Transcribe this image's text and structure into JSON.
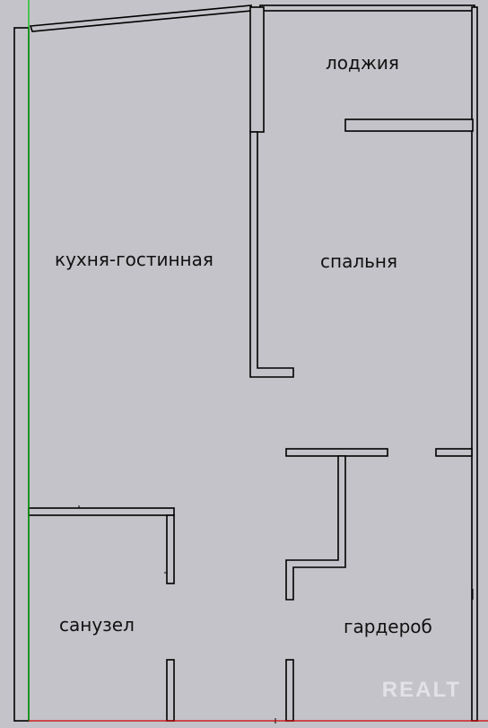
{
  "rooms": {
    "loggia": "лоджия",
    "kitchen_living": "кухня-гостинная",
    "bedroom": "спальня",
    "bathroom": "санузел",
    "wardrobe": "гардероб"
  },
  "watermark": "REALT",
  "colors": {
    "background": "#c3c3c9",
    "wall_fill": "#c3c3c9",
    "wall_stroke": "#000000",
    "axis_green": "#00c000",
    "axis_red": "#d00000"
  }
}
